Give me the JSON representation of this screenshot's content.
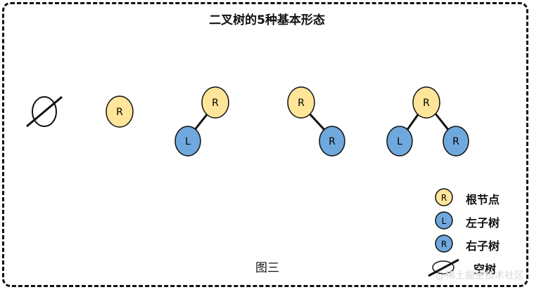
{
  "title": "二叉树的5种基本形态",
  "caption": "图三",
  "colors": {
    "root_fill": "#ffe599",
    "child_fill": "#6fa8dc",
    "stroke": "#111111"
  },
  "nodes": {
    "root": "R",
    "left": "L",
    "right": "R"
  },
  "legend": [
    {
      "icon": "root-node-icon",
      "glyph": "R",
      "label": "根节点"
    },
    {
      "icon": "left-subtree-icon",
      "glyph": "L",
      "label": "左子树"
    },
    {
      "icon": "right-subtree-icon",
      "glyph": "R",
      "label": "右子树"
    },
    {
      "icon": "empty-tree-icon",
      "glyph": "",
      "label": "空树"
    }
  ],
  "watermark": "@稀土掘金技术社区"
}
